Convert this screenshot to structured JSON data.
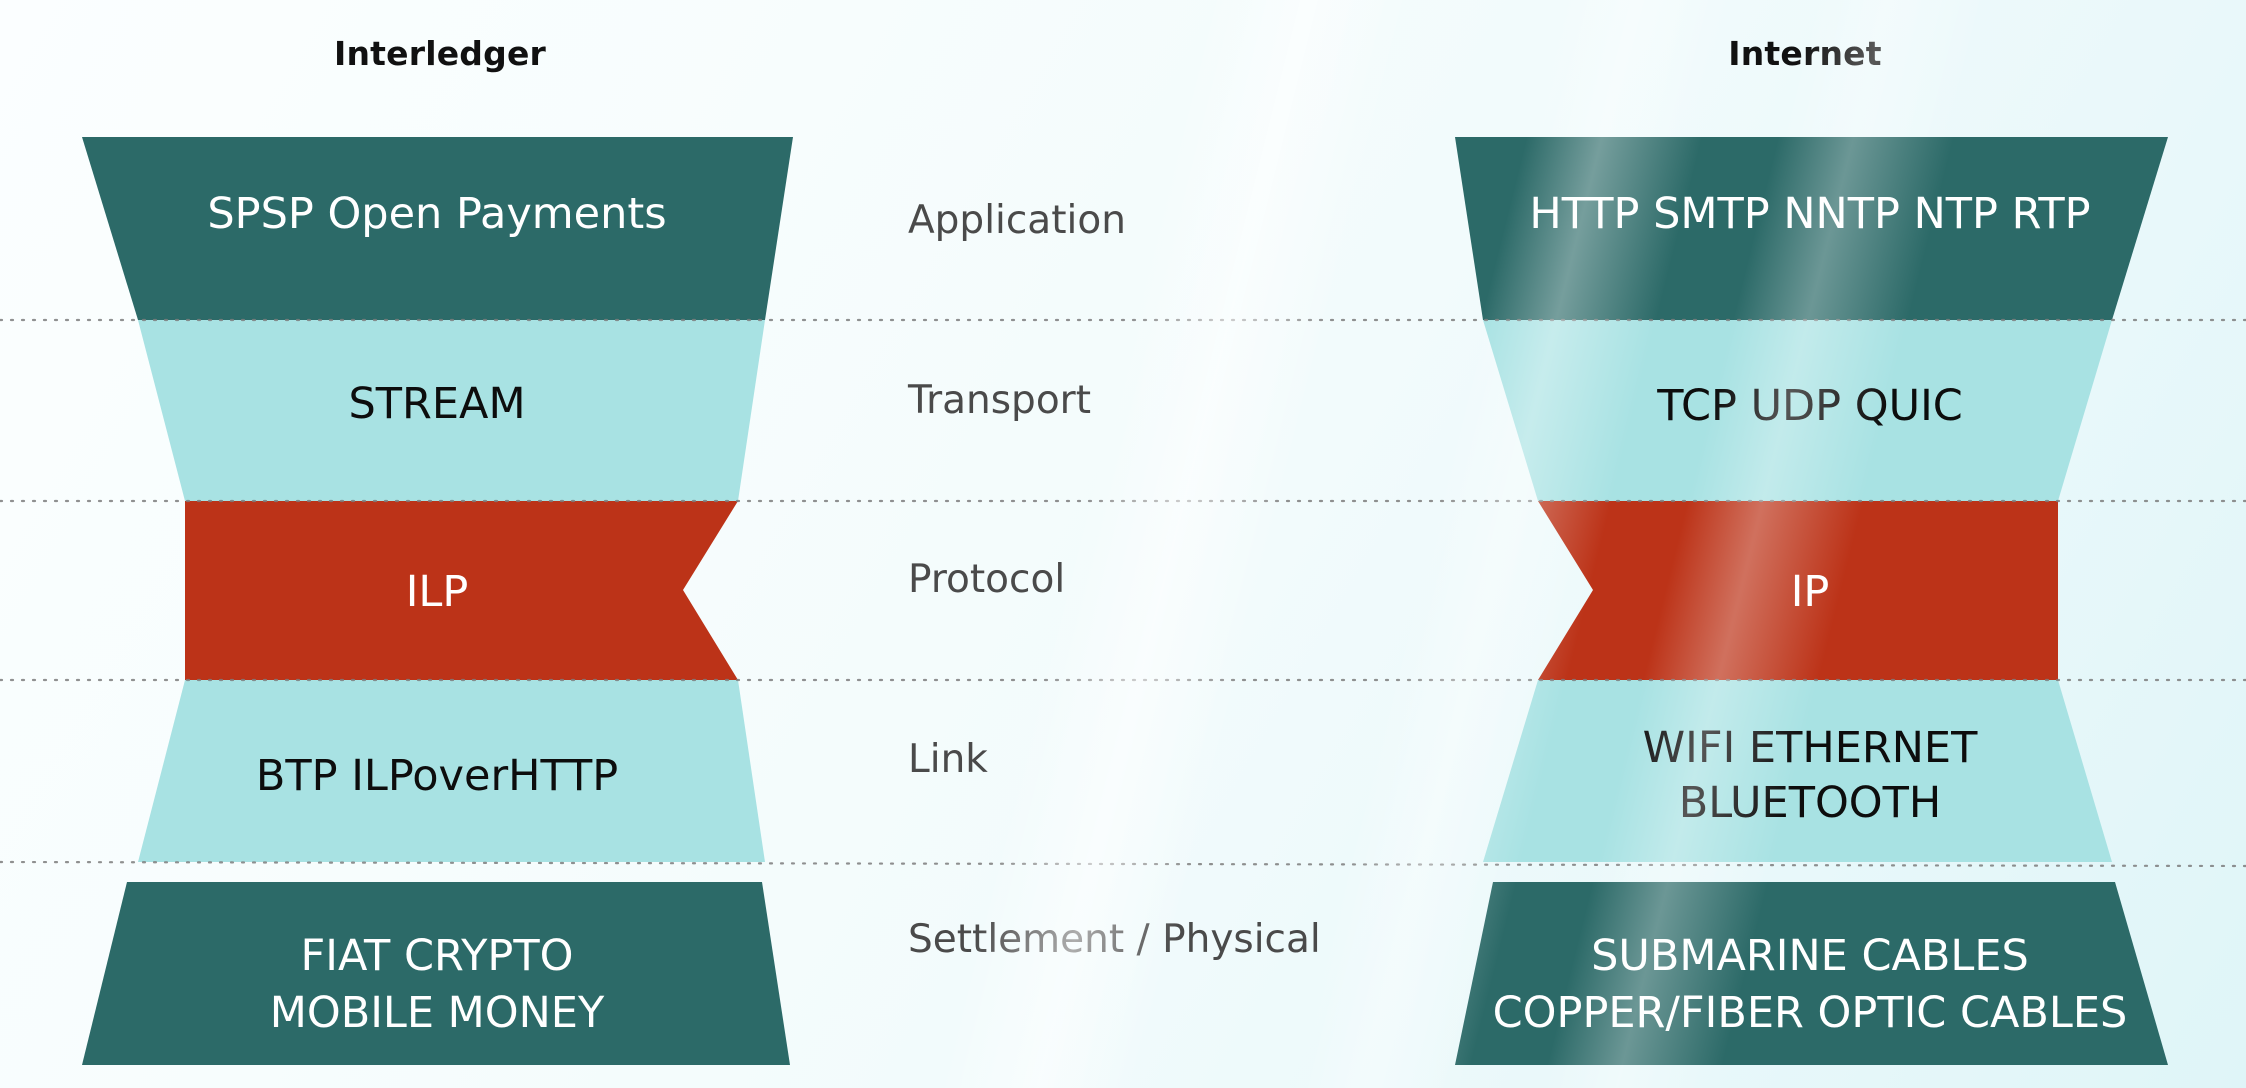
{
  "diagram": {
    "title_left": "Interledger",
    "title_right": "Internet",
    "center_labels": [
      "Application",
      "Transport",
      "Protocol",
      "Link",
      "Settlement / Physical"
    ],
    "colors": {
      "teal": "#2C6A68",
      "cyan": "#A8E2E3",
      "red": "#BC3318",
      "label_text": "#4a4a4a",
      "title_text": "#111111",
      "dotted_rule": "#7d7d7d",
      "background_start": "#fbfeff",
      "background_end": "#dff5f8"
    },
    "layers": [
      {
        "name": "application",
        "center_label": "Application",
        "color": "#2C6A68",
        "text_color": "#ffffff",
        "interledger": [
          "SPSP   Open Payments"
        ],
        "internet": [
          "HTTP  SMTP  NNTP  NTP  RTP"
        ]
      },
      {
        "name": "transport",
        "center_label": "Transport",
        "color": "#A8E2E3",
        "text_color": "#0d0d0d",
        "interledger": [
          "STREAM"
        ],
        "internet": [
          "TCP  UDP  QUIC"
        ]
      },
      {
        "name": "protocol",
        "center_label": "Protocol",
        "color": "#BC3318",
        "text_color": "#ffffff",
        "interledger": [
          "ILP"
        ],
        "internet": [
          "IP"
        ]
      },
      {
        "name": "link",
        "center_label": "Link",
        "color": "#A8E2E3",
        "text_color": "#0d0d0d",
        "interledger": [
          "BTP  ILPoverHTTP"
        ],
        "internet": [
          "WIFI   ETHERNET",
          "BLUETOOTH"
        ]
      },
      {
        "name": "settlement-physical",
        "center_label": "Settlement / Physical",
        "color": "#2C6A68",
        "text_color": "#ffffff",
        "interledger": [
          "FIAT   CRYPTO",
          "MOBILE MONEY"
        ],
        "internet": [
          "SUBMARINE CABLES",
          "COPPER/FIBER OPTIC CABLES"
        ]
      }
    ]
  }
}
